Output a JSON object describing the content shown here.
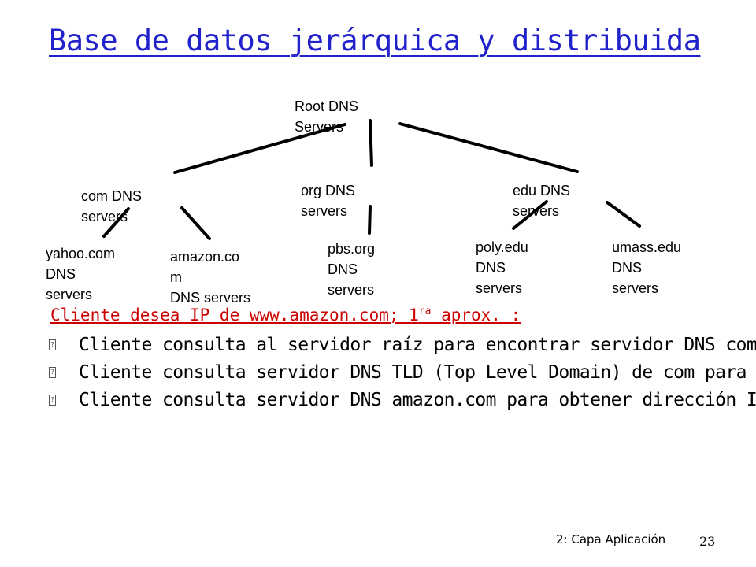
{
  "title": "Base de datos jerárquica y distribuida",
  "tree": {
    "root": {
      "line1": "Root DNS",
      "line2": "Servers"
    },
    "com": {
      "line1": "com DNS",
      "line2": "servers"
    },
    "org": {
      "line1": "org DNS",
      "line2": "servers"
    },
    "edu": {
      "line1": "edu DNS",
      "line2": "servers"
    },
    "yahoo": {
      "line1": "yahoo.com",
      "line2": "DNS",
      "line3": "servers"
    },
    "amazon": {
      "line1": "amazon.co",
      "line2": "m",
      "line3": "DNS servers"
    },
    "pbs": {
      "line1": "pbs.org",
      "line2": "DNS",
      "line3": "servers"
    },
    "poly": {
      "line1": "poly.edu",
      "line2": "DNS",
      "line3": "servers"
    },
    "umass": {
      "line1": "umass.edu",
      "line2": "DNS",
      "line3": "servers"
    }
  },
  "query": {
    "heading": "Cliente desea IP de www.amazon.com; 1",
    "heading_sup": "ra",
    "heading_tail": " aprox. :",
    "bullets": [
      "Cliente consulta al servidor raíz para encontrar servidor DNS com",
      "Cliente consulta servidor DNS TLD (Top Level Domain) de com para obtener servidor DNS amazon.com",
      "Cliente consulta servidor DNS amazon.com para obtener dirección IP de www.amazon.com"
    ]
  },
  "footer": {
    "chapter": "2: Capa Aplicación",
    "page": "23"
  }
}
